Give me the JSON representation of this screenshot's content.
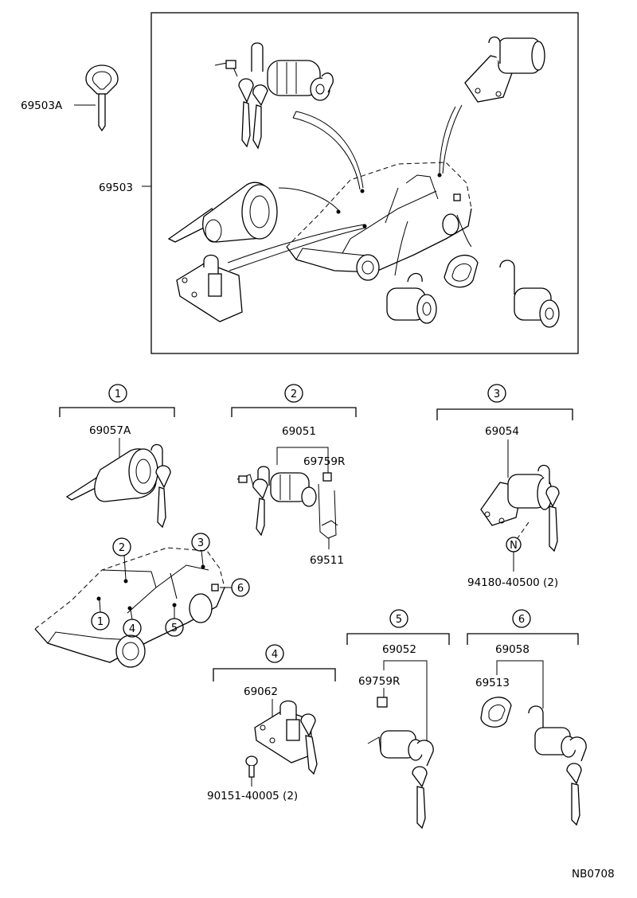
{
  "labels": {
    "key_blank": "69503A",
    "lock_set": "69503",
    "c1_part": "69057A",
    "c2_part": "69051",
    "c2_spring": "69759R",
    "c2_rod": "69511",
    "c3_part": "69054",
    "c3_nut_mark": "N",
    "c3_nut": "94180-40500 (2)",
    "c4_part": "69062",
    "c4_bolt": "90151-40005 (2)",
    "c5_part": "69052",
    "c5_spring": "69759R",
    "c6_part": "69058",
    "c6_cover": "69513",
    "drawing_no": "NB0708"
  },
  "callouts": [
    "1",
    "2",
    "3",
    "4",
    "5",
    "6"
  ]
}
